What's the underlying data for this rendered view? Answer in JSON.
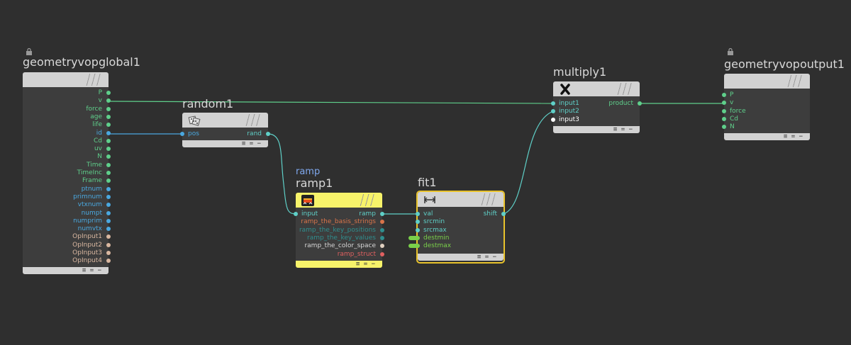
{
  "nodes": {
    "global": {
      "title": "geometryvopglobal1",
      "outputs": [
        {
          "label": "P",
          "color": "#5fcf8b"
        },
        {
          "label": "v",
          "color": "#5fcf8b"
        },
        {
          "label": "force",
          "color": "#5fcf8b"
        },
        {
          "label": "age",
          "color": "#5fcf8b"
        },
        {
          "label": "life",
          "color": "#5fcf8b"
        },
        {
          "label": "id",
          "color": "#4aa8e0"
        },
        {
          "label": "Cd",
          "color": "#5fcf8b"
        },
        {
          "label": "uv",
          "color": "#5fcf8b"
        },
        {
          "label": "N",
          "color": "#5fcf8b"
        },
        {
          "label": "Time",
          "color": "#5fcf8b"
        },
        {
          "label": "TimeInc",
          "color": "#5fcf8b"
        },
        {
          "label": "Frame",
          "color": "#5fcf8b"
        },
        {
          "label": "ptnum",
          "color": "#4aa8e0"
        },
        {
          "label": "primnum",
          "color": "#4aa8e0"
        },
        {
          "label": "vtxnum",
          "color": "#4aa8e0"
        },
        {
          "label": "numpt",
          "color": "#4aa8e0"
        },
        {
          "label": "numprim",
          "color": "#4aa8e0"
        },
        {
          "label": "numvtx",
          "color": "#4aa8e0"
        },
        {
          "label": "OpInput1",
          "color": "#d9b7a0"
        },
        {
          "label": "OpInput2",
          "color": "#d9b7a0"
        },
        {
          "label": "OpInput3",
          "color": "#d9b7a0"
        },
        {
          "label": "OpInput4",
          "color": "#d9b7a0"
        }
      ]
    },
    "random": {
      "title": "random1",
      "inputs": [
        {
          "label": "pos",
          "color": "#4aa8e0"
        }
      ],
      "outputs": [
        {
          "label": "rand",
          "color": "#5fd0c8"
        }
      ]
    },
    "ramp": {
      "subtitle": "ramp",
      "title": "ramp1",
      "inputs": [
        {
          "label": "input",
          "color": "#5fd0c8"
        }
      ],
      "outputs": [
        {
          "label": "ramp",
          "color": "#5fd0c8",
          "text": "#5fd0c8"
        },
        {
          "label": "ramp_the_basis_strings",
          "color": "#d9744a",
          "text": "#d9744a"
        },
        {
          "label": "ramp_the_key_positions",
          "color": "#2f8f8f",
          "text": "#2f8f8f"
        },
        {
          "label": "ramp_the_key_values",
          "color": "#2f8f8f",
          "text": "#2f8f8f"
        },
        {
          "label": "ramp_the_color_space",
          "color": "#e0d0c0",
          "text": "#d8d8d8"
        },
        {
          "label": "ramp_struct",
          "color": "#e06060",
          "text": "#e06060"
        }
      ]
    },
    "fit": {
      "title": "fit1",
      "inputs": [
        {
          "label": "val",
          "color": "#5fd0c8"
        },
        {
          "label": "srcmin",
          "color": "#5fd0c8"
        },
        {
          "label": "srcmax",
          "color": "#5fd0c8"
        },
        {
          "label": "destmin",
          "color": "#7ad04a"
        },
        {
          "label": "destmax",
          "color": "#7ad04a"
        }
      ],
      "outputs": [
        {
          "label": "shift",
          "color": "#5fd0c8"
        }
      ]
    },
    "multiply": {
      "title": "multiply1",
      "inputs": [
        {
          "label": "input1",
          "color": "#5fd0c8"
        },
        {
          "label": "input2",
          "color": "#5fd0c8"
        },
        {
          "label": "input3",
          "color": "#ffffff"
        }
      ],
      "outputs": [
        {
          "label": "product",
          "color": "#5fcf8b"
        }
      ]
    },
    "output": {
      "title": "geometryvopoutput1",
      "inputs": [
        {
          "label": "P",
          "color": "#5fcf8b"
        },
        {
          "label": "v",
          "color": "#5fcf8b"
        },
        {
          "label": "force",
          "color": "#5fcf8b"
        },
        {
          "label": "Cd",
          "color": "#5fcf8b"
        },
        {
          "label": "N",
          "color": "#5fcf8b"
        }
      ]
    }
  },
  "footer_glyphs": "≡  =  −",
  "colors": {
    "background": "#2f2f2f",
    "node_body": "#3d3d3d",
    "node_header": "#d2d2d2",
    "ramp_header": "#f7f36a",
    "selected": "#e9c32c"
  }
}
